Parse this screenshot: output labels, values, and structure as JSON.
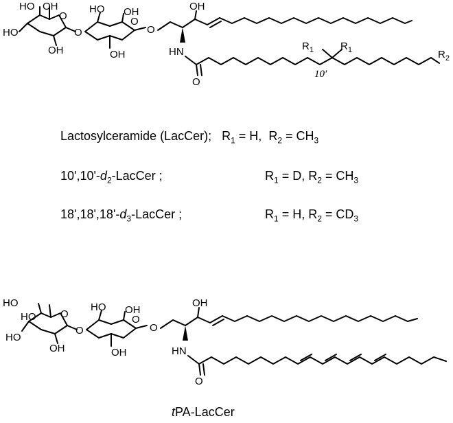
{
  "top_molecule": {
    "atoms": {
      "ho1": "HO",
      "oh1": "OH",
      "ho2": "HO",
      "o_ring1": "O",
      "o_link1": "O",
      "ho3": "HO",
      "o_ring2": "O",
      "oh2": "OH",
      "oh3": "OH",
      "o_link2": "O",
      "oh4": "OH",
      "oh_chain": "OH",
      "hn": "HN",
      "o_carbonyl": "O",
      "r1a": "R",
      "r1a_sub": "1",
      "r1b": "R",
      "r1b_sub": "1",
      "r2": "R",
      "r2_sub": "2",
      "pos_label": "10′"
    }
  },
  "captions": {
    "row1": {
      "name": "Lactosylceramide (LacCer);",
      "r1_label": "R",
      "r1_sub": "1",
      "r1_val": " = H,",
      "r2_label": "R",
      "r2_sub": "2",
      "r2_val": " = CH",
      "r2_val_sub": "3"
    },
    "row2": {
      "name_pre": "10',10'-",
      "name_it": "d",
      "name_it_sub": "2",
      "name_post": "-LacCer ;",
      "r1_label": "R",
      "r1_sub": "1",
      "r1_val": " = D,",
      "r2_label": "R",
      "r2_sub": "2",
      "r2_val": " = CH",
      "r2_val_sub": "3"
    },
    "row3": {
      "name_pre": "18',18',18'-",
      "name_it": "d",
      "name_it_sub": "3",
      "name_post": "-LacCer ;",
      "r1_label": "R",
      "r1_sub": "1",
      "r1_val": " = H,",
      "r2_label": "R",
      "r2_sub": "2",
      "r2_val": " = CD",
      "r2_val_sub": "3"
    }
  },
  "bottom_molecule": {
    "atoms": {
      "ho1": "HO",
      "ho2": "HO",
      "ho3": "HO",
      "o_ring1": "O",
      "o_link1": "O",
      "oh1": "OH",
      "ho4": "HO",
      "o_ring2": "O",
      "oh2": "OH",
      "oh3": "OH",
      "o_link2": "O",
      "oh_chain": "OH",
      "hn": "HN",
      "o_carbonyl": "O"
    },
    "label": {
      "it": "t",
      "rest": "PA-LacCer"
    }
  }
}
